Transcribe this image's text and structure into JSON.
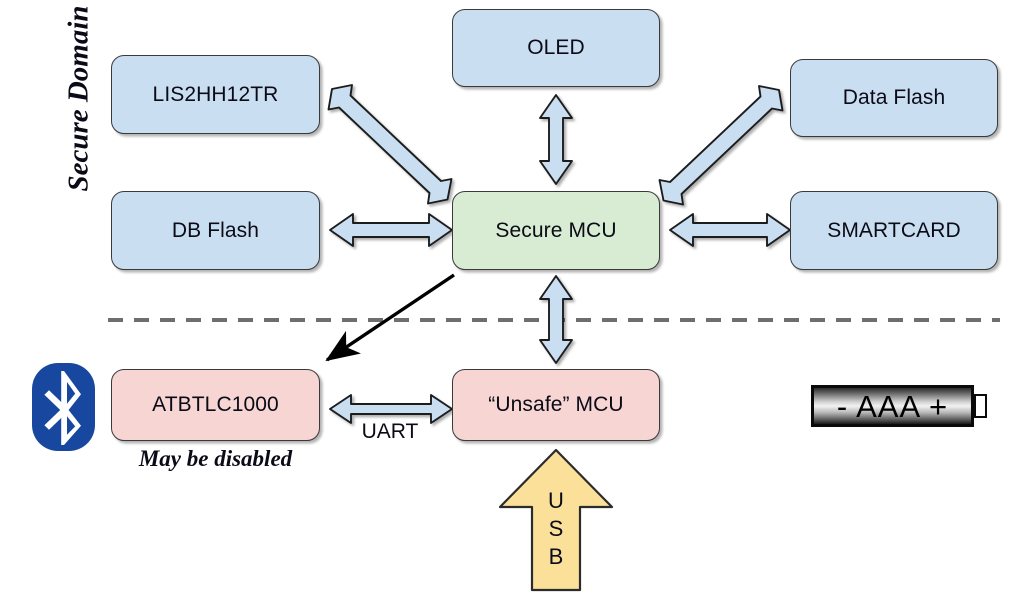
{
  "diagram": {
    "title": "Secure Domain",
    "domain_divider": "dashed-line",
    "colors": {
      "secure_node": "#cadef2",
      "mcu_node": "#d8ecd3",
      "unsafe_node": "#f6d5d3",
      "arrow_fill": "#cadef2",
      "arrow_stroke": "#1d1d1d",
      "black_arrow": "#000000",
      "usb_arrow": "#fbe09a",
      "bluetooth": "#17479e",
      "divider": "#6e6e6e"
    },
    "nodes": [
      {
        "id": "lis2hh12tr",
        "label": "LIS2HH12TR",
        "domain": "secure"
      },
      {
        "id": "oled",
        "label": "OLED",
        "domain": "secure"
      },
      {
        "id": "dataflash",
        "label": "Data Flash",
        "domain": "secure"
      },
      {
        "id": "dbflash",
        "label": "DB Flash",
        "domain": "secure"
      },
      {
        "id": "securemcu",
        "label": "Secure MCU",
        "domain": "secure"
      },
      {
        "id": "smartcard",
        "label": "SMARTCARD",
        "domain": "secure"
      },
      {
        "id": "atbtlc1000",
        "label": "ATBTLC1000",
        "domain": "unsafe"
      },
      {
        "id": "unsafemcu",
        "label": "“Unsafe” MCU",
        "domain": "unsafe"
      }
    ],
    "edges": [
      {
        "from": "securemcu",
        "to": "lis2hh12tr",
        "label": "",
        "style": "bidirectional-blue"
      },
      {
        "from": "securemcu",
        "to": "oled",
        "label": "",
        "style": "bidirectional-blue"
      },
      {
        "from": "securemcu",
        "to": "dataflash",
        "label": "",
        "style": "bidirectional-blue"
      },
      {
        "from": "securemcu",
        "to": "dbflash",
        "label": "",
        "style": "bidirectional-blue"
      },
      {
        "from": "securemcu",
        "to": "smartcard",
        "label": "",
        "style": "bidirectional-blue"
      },
      {
        "from": "securemcu",
        "to": "unsafemcu",
        "label": "",
        "style": "bidirectional-blue"
      },
      {
        "from": "securemcu",
        "to": "atbtlc1000",
        "label": "",
        "style": "unidirectional-black"
      },
      {
        "from": "atbtlc1000",
        "to": "unsafemcu",
        "label": "UART",
        "style": "bidirectional-blue"
      }
    ],
    "annotations": {
      "atbtlc_caption": "May be disabled",
      "uart_label": "UART"
    },
    "usb": {
      "label_lines": [
        "U",
        "S",
        "B"
      ],
      "direction": "up",
      "target": "unsafemcu"
    },
    "battery": {
      "label": "- AAA +",
      "type": "AAA"
    },
    "bluetooth": {
      "icon_name": "bluetooth-icon",
      "attached_to": "atbtlc1000"
    }
  }
}
